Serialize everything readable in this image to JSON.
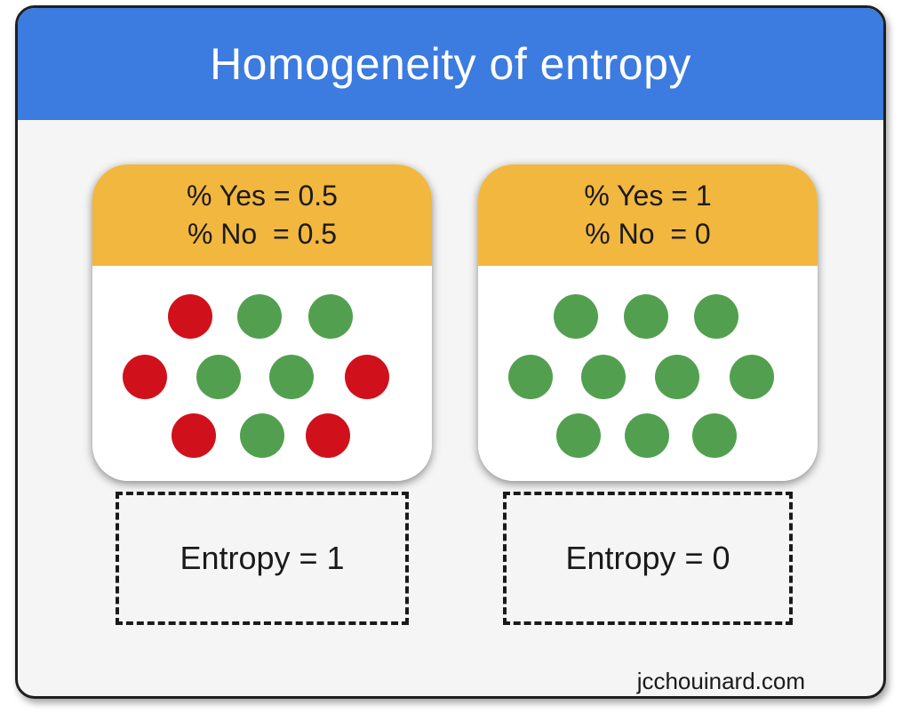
{
  "title": "Homogeneity of entropy",
  "left_card": {
    "yes_line": "% Yes = 0.5",
    "no_line": "% No  = 0.5",
    "dots": [
      "red",
      "green",
      "green",
      "red",
      "green",
      "green",
      "red",
      "red",
      "green",
      "red"
    ],
    "entropy_label": "Entropy = 1"
  },
  "right_card": {
    "yes_line": "% Yes = 1",
    "no_line": "% No  = 0",
    "dots": [
      "green",
      "green",
      "green",
      "green",
      "green",
      "green",
      "green",
      "green",
      "green",
      "green"
    ],
    "entropy_label": "Entropy = 0"
  },
  "colors": {
    "title_bar": "#3c7be0",
    "card_header": "#f2b73e",
    "red": "#d0111b",
    "green": "#52a04f"
  },
  "watermark": "jcchouinard.com"
}
